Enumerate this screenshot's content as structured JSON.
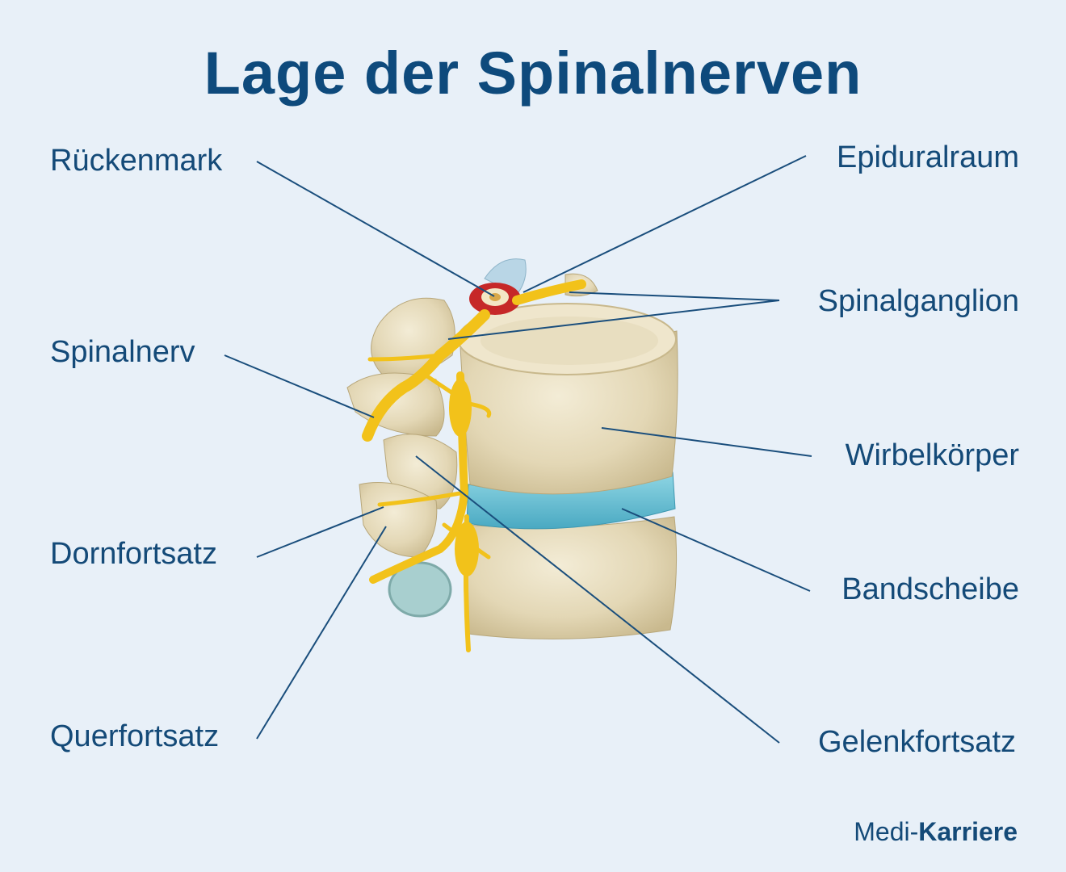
{
  "title": "Lage der Spinalnerven",
  "labels": {
    "rueckenmark": "Rückenmark",
    "epiduralraum": "Epiduralraum",
    "spinalganglion": "Spinalganglion",
    "spinalnerv": "Spinalnerv",
    "wirbelkoerper": "Wirbelkörper",
    "dornfortsatz": "Dornfortsatz",
    "bandscheibe": "Bandscheibe",
    "querfortsatz": "Querfortsatz",
    "gelenkfortsatz": "Gelenkfortsatz"
  },
  "brand": {
    "prefix": "Medi-",
    "name": "Karriere"
  },
  "colors": {
    "background": "#e8f0f8",
    "title": "#0e4a7c",
    "leader_line": "#1a4e7c",
    "bone": "#e6dcc0",
    "disc": "#6fc6d8",
    "nerve": "#f2c21a",
    "spinal_cord": "#c62828"
  }
}
